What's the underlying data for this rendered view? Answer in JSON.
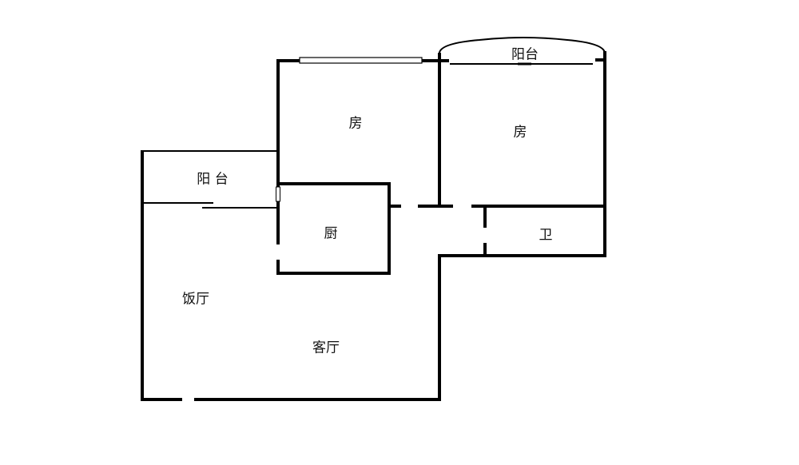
{
  "rooms": {
    "balcony_left": "阳 台",
    "bedroom_1": "房",
    "bedroom_2": "房",
    "balcony_top": "阳台",
    "kitchen": "厨",
    "bathroom": "卫",
    "dining": "饭厅",
    "living": "客厅"
  },
  "colors": {
    "wall": "#000000",
    "background": "#ffffff"
  }
}
